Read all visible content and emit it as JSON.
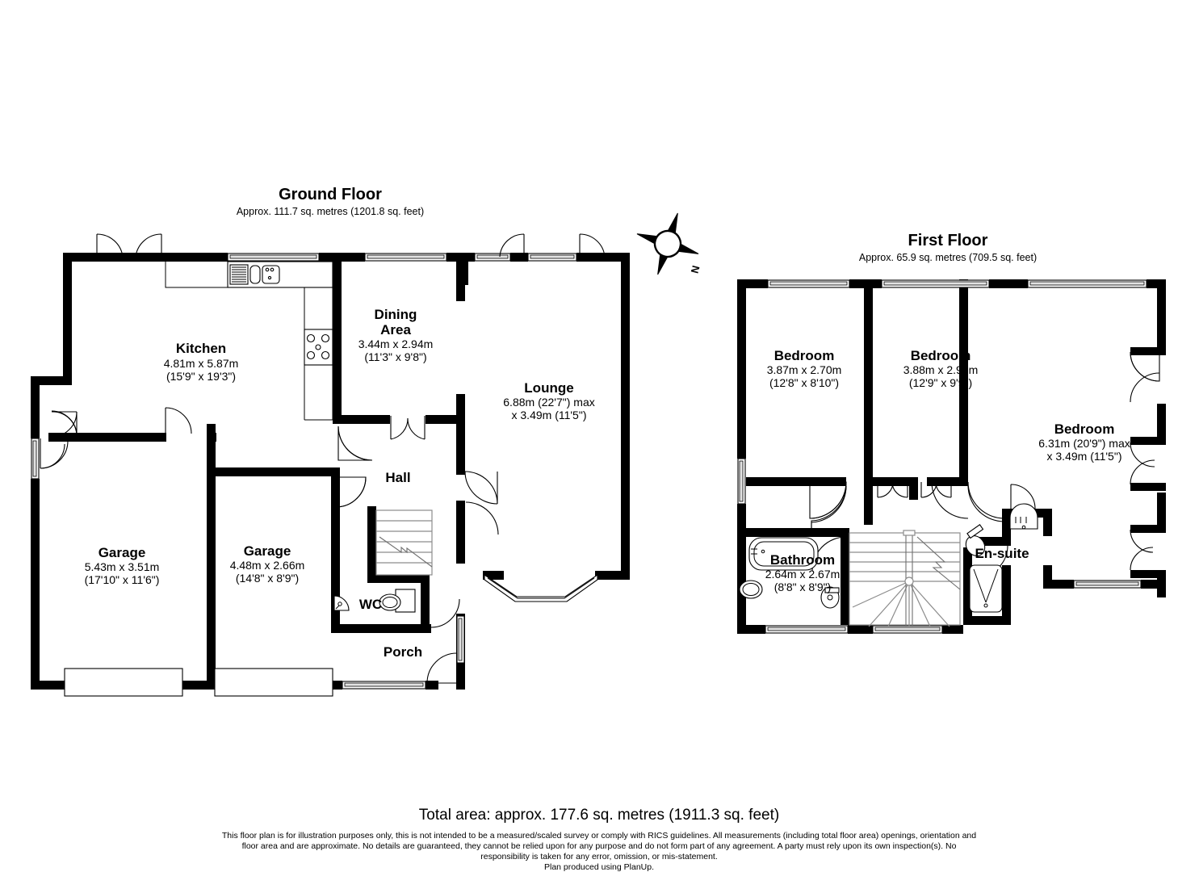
{
  "document": {
    "type": "floor-plan",
    "producer_note": "Plan produced using PlanUp."
  },
  "ground_floor": {
    "title": "Ground Floor",
    "subtitle": "Approx. 111.7 sq. metres (1201.8 sq. feet)",
    "rooms": [
      {
        "name": "Kitchen",
        "dim_metric": "4.81m x 5.87m",
        "dim_imperial": "(15'9\" x 19'3\")"
      },
      {
        "name_line1": "Dining",
        "name_line2": "Area",
        "name": "Dining Area",
        "dim_metric": "3.44m x 2.94m",
        "dim_imperial": "(11'3\" x 9'8\")"
      },
      {
        "name": "Lounge",
        "dim_metric": "6.88m (22'7\") max",
        "dim_imperial": "x 3.49m (11'5\")"
      },
      {
        "name": "Garage",
        "dim_metric": "5.43m x 3.51m",
        "dim_imperial": "(17'10\" x 11'6\")"
      },
      {
        "name": "Garage",
        "dim_metric": "4.48m x 2.66m",
        "dim_imperial": "(14'8\" x 8'9\")"
      },
      {
        "name": "Hall",
        "dim_metric": "",
        "dim_imperial": ""
      },
      {
        "name": "WC",
        "dim_metric": "",
        "dim_imperial": ""
      },
      {
        "name": "Porch",
        "dim_metric": "",
        "dim_imperial": ""
      }
    ]
  },
  "first_floor": {
    "title": "First Floor",
    "subtitle": "Approx. 65.9 sq. metres (709.5 sq. feet)",
    "rooms": [
      {
        "name": "Bedroom",
        "dim_metric": "3.87m x 2.70m",
        "dim_imperial": "(12'8\" x 8'10\")"
      },
      {
        "name": "Bedroom",
        "dim_metric": "3.88m x 2.96m",
        "dim_imperial": "(12'9\" x 9'9\")"
      },
      {
        "name": "Bedroom",
        "dim_metric": "6.31m (20'9\") max",
        "dim_imperial": "x 3.49m (11'5\")"
      },
      {
        "name": "Bathroom",
        "dim_metric": "2.64m x 2.67m",
        "dim_imperial": "(8'8\" x 8'9\")"
      },
      {
        "name": "En-suite",
        "dim_metric": "",
        "dim_imperial": ""
      }
    ]
  },
  "compass": {
    "label": "N",
    "icon": "compass-rose-icon"
  },
  "footer": {
    "total_area": "Total area: approx. 177.6 sq. metres (1911.3 sq. feet)",
    "disclaimer_line1": "This floor plan is for illustration purposes only, this is not intended to be a measured/scaled survey or comply with RICS guidelines. All measurements (including total floor area) openings, orientation and",
    "disclaimer_line2": "floor area and are approximate. No details are guaranteed, they cannot be relied upon for any purpose and do not form part of any agreement. A party must rely upon its own inspection(s). No",
    "disclaimer_line3": "responsibility is taken for any error, omission, or mis-statement.",
    "disclaimer_line4": "Plan produced using PlanUp."
  },
  "colors": {
    "wall": "#000000",
    "background": "#ffffff",
    "window_pane": "#e2e2e2",
    "stair_line": "#8c8c8c"
  }
}
